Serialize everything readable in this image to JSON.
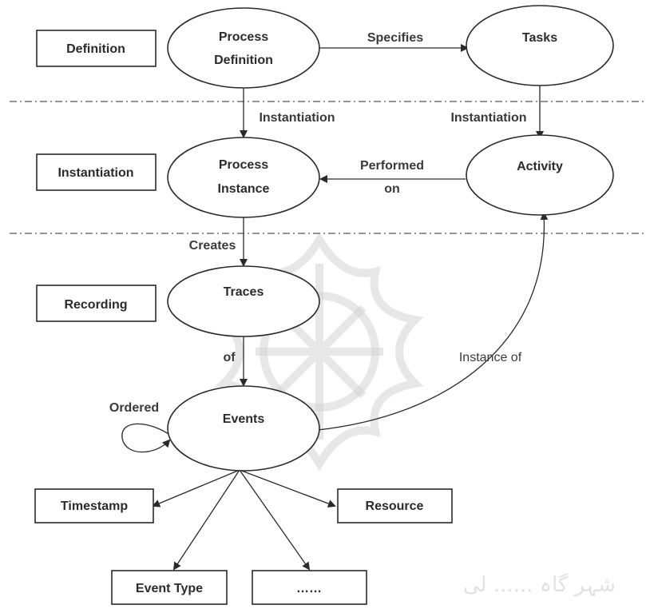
{
  "layers": {
    "definition": "Definition",
    "instantiation": "Instantiation",
    "recording": "Recording"
  },
  "nodes": {
    "process_definition": [
      "Process",
      "Definition"
    ],
    "tasks": "Tasks",
    "process_instance": [
      "Process",
      "Instance"
    ],
    "activity": "Activity",
    "traces": "Traces",
    "events": "Events"
  },
  "attributes": {
    "timestamp": "Timestamp",
    "resource": "Resource",
    "event_type": "Event Type",
    "more": "……"
  },
  "edges": {
    "specifies": "Specifies",
    "instantiation_left": "Instantiation",
    "instantiation_right": "Instantiation",
    "performed_on": [
      "Performed",
      "on"
    ],
    "creates": "Creates",
    "of": "of",
    "instance_of": "Instance of",
    "ordered": "Ordered"
  },
  "watermark_text": "شہر گاہ ...... لی"
}
